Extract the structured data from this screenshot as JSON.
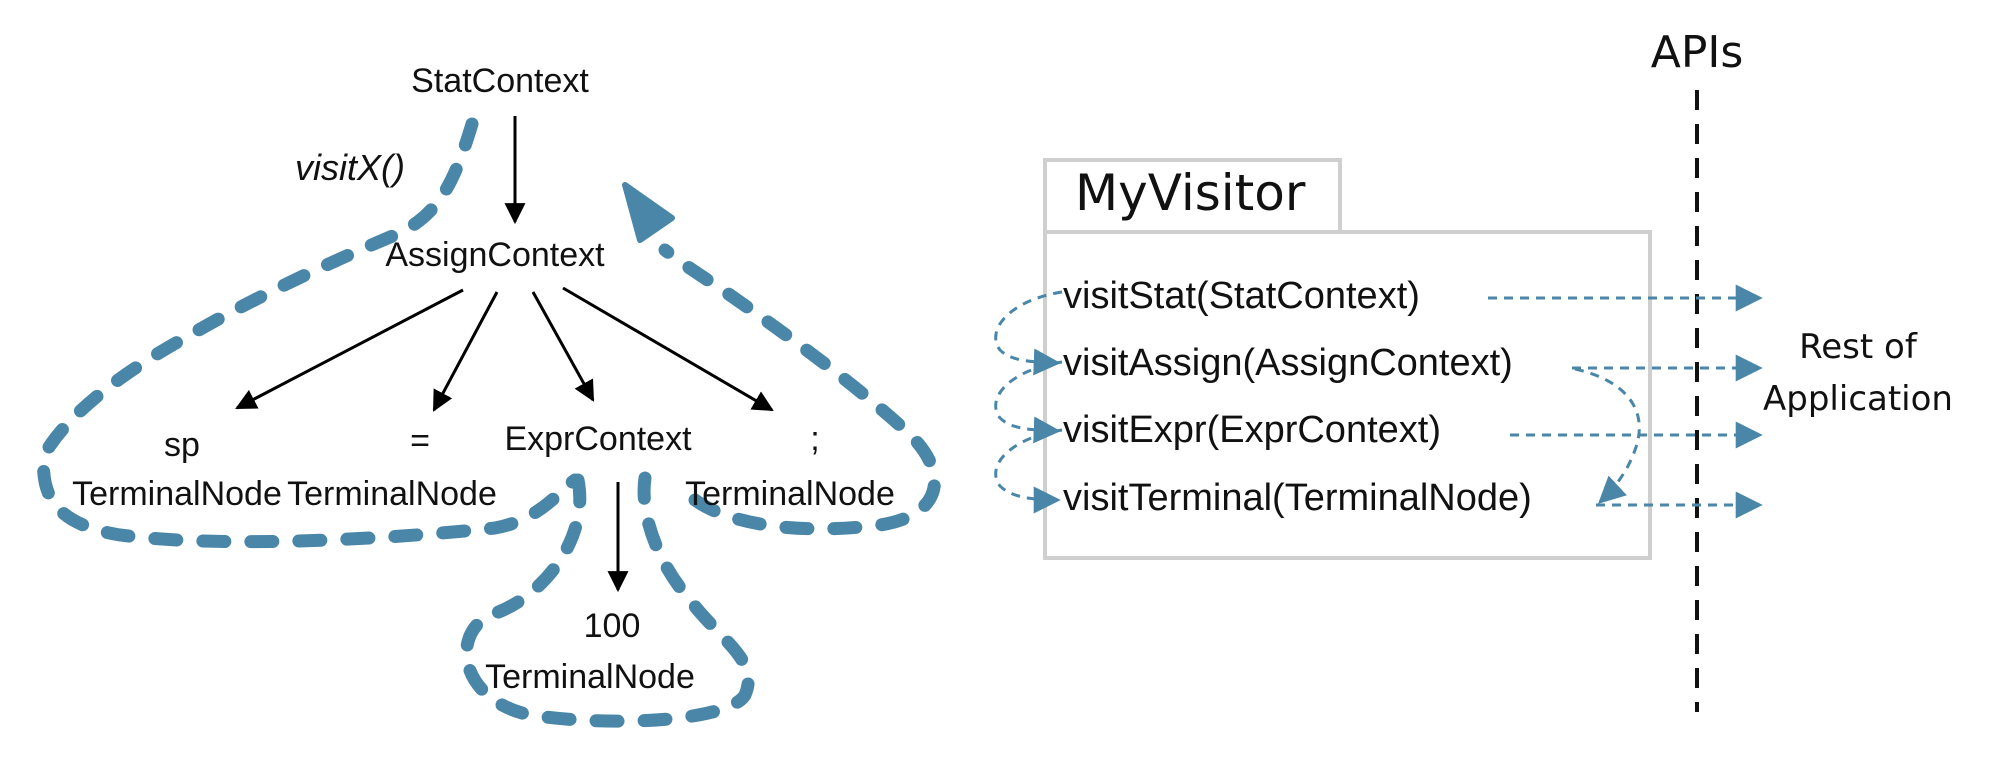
{
  "parse_tree": {
    "root": "StatContext",
    "assign": "AssignContext",
    "visit_label": "visitX()",
    "leaf_sp": {
      "token": "sp",
      "type": "TerminalNode"
    },
    "leaf_eq": {
      "token": "=",
      "type": "TerminalNode"
    },
    "expr": "ExprContext",
    "leaf_semi": {
      "token": ";",
      "type": "TerminalNode"
    },
    "leaf_100": {
      "token": "100",
      "type": "TerminalNode"
    }
  },
  "visitor": {
    "class_name": "MyVisitor",
    "methods": [
      "visitStat(StatContext)",
      "visitAssign(AssignContext)",
      "visitExpr(ExprContext)",
      "visitTerminal(TerminalNode)"
    ]
  },
  "apis_label": "APIs",
  "rest_of_application": [
    "Rest of",
    "Application"
  ],
  "colors": {
    "traversal_dash": "#4a86a8",
    "box_border": "#cfcfcf",
    "edges": "#000000"
  }
}
